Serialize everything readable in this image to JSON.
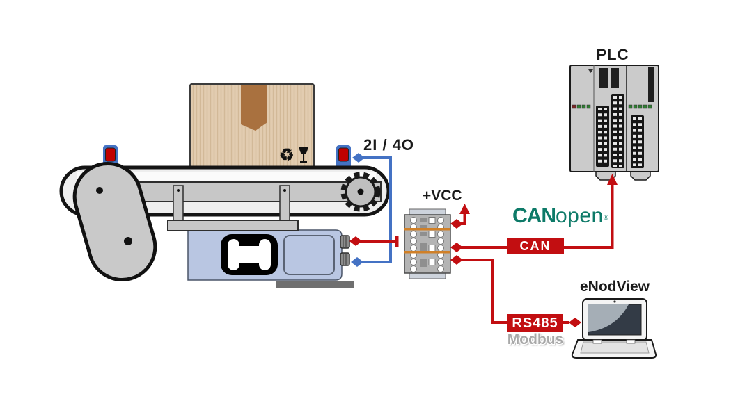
{
  "labels": {
    "io": "2I / 4O",
    "vcc": "+VCC",
    "plc": "PLC",
    "can_box": "CAN",
    "rs485_box": "RS485",
    "modbus": "Modbus",
    "enodview": "eNodView",
    "canopen": {
      "can": "CAN",
      "open": "open",
      "reg": "®"
    }
  },
  "icons": {
    "recycle": "♻",
    "fragile": "wine-glass-shape"
  },
  "colors": {
    "wire_red": "#c20e11",
    "wire_blue": "#4472c4",
    "bus_label_bg": "#c20e11",
    "bus_label_text": "#ffffff",
    "canopen_green": "#0d7a68",
    "modbus_gray": "#a8a8a8",
    "sensor_blue": "#4472c4",
    "sensor_red": "#c00000",
    "load_cell_fill": "#b9c6e2",
    "carton_fill": "#e2ccb0",
    "tape_fill": "#a9713f"
  }
}
